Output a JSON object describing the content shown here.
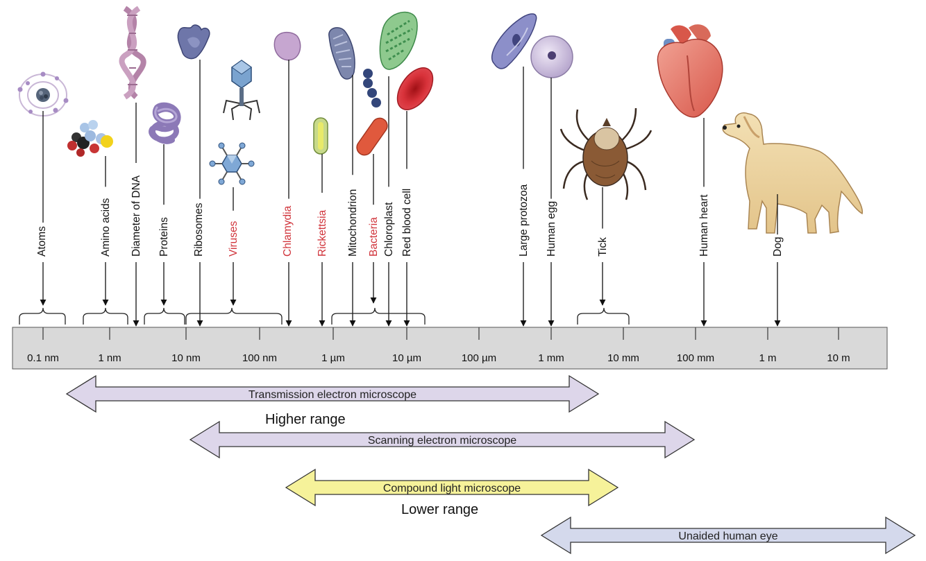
{
  "scale": {
    "ticks": [
      "0.1 nm",
      "1 nm",
      "10 nm",
      "100 nm",
      "1 µm",
      "10 µm",
      "100 µm",
      "1 mm",
      "10 mm",
      "100 mm",
      "1 m",
      "10 m"
    ]
  },
  "items": [
    {
      "id": "atoms",
      "label": "Atoms",
      "color": "#111111",
      "icon": "atom-icon"
    },
    {
      "id": "amino-acids",
      "label": "Amino acids",
      "color": "#111111",
      "icon": "amino-acid-molecule-icon"
    },
    {
      "id": "dna",
      "label": "Diameter of DNA",
      "color": "#111111",
      "icon": "dna-helix-icon"
    },
    {
      "id": "proteins",
      "label": "Proteins",
      "color": "#111111",
      "icon": "protein-icon"
    },
    {
      "id": "ribosomes",
      "label": "Ribosomes",
      "color": "#111111",
      "icon": "ribosome-icon"
    },
    {
      "id": "viruses",
      "label": "Viruses",
      "color": "#d0333a",
      "icon": "virus-icon"
    },
    {
      "id": "chlamydia",
      "label": "Chlamydia",
      "color": "#d0333a",
      "icon": "chlamydia-icon"
    },
    {
      "id": "rickettsia",
      "label": "Rickettsia",
      "color": "#d0333a",
      "icon": "rickettsia-icon"
    },
    {
      "id": "mitochondrion",
      "label": "Mitochondrion",
      "color": "#111111",
      "icon": "mitochondrion-icon"
    },
    {
      "id": "bacteria",
      "label": "Bacteria",
      "color": "#d0333a",
      "icon": "bacteria-icon"
    },
    {
      "id": "chloroplast",
      "label": "Chloroplast",
      "color": "#111111",
      "icon": "chloroplast-icon"
    },
    {
      "id": "red-blood-cell",
      "label": "Red blood cell",
      "color": "#111111",
      "icon": "red-blood-cell-icon"
    },
    {
      "id": "large-protozoa",
      "label": "Large protozoa",
      "color": "#111111",
      "icon": "protozoa-icon"
    },
    {
      "id": "human-egg",
      "label": "Human egg",
      "color": "#111111",
      "icon": "human-egg-icon"
    },
    {
      "id": "tick",
      "label": "Tick",
      "color": "#111111",
      "icon": "tick-icon"
    },
    {
      "id": "human-heart",
      "label": "Human heart",
      "color": "#111111",
      "icon": "heart-icon"
    },
    {
      "id": "dog",
      "label": "Dog",
      "color": "#111111",
      "icon": "dog-icon"
    }
  ],
  "ranges": [
    {
      "id": "tem",
      "label": "Transmission electron microscope",
      "fill": "#ddd6ea"
    },
    {
      "id": "sem",
      "label": "Scanning electron microscope",
      "fill": "#ddd6ea"
    },
    {
      "id": "clm",
      "label": "Compound light microscope",
      "fill": "#f6f29a"
    },
    {
      "id": "eye",
      "label": "Unaided human eye",
      "fill": "#d4d9ec"
    }
  ],
  "notes": {
    "higher": "Higher range",
    "lower": "Lower range"
  }
}
